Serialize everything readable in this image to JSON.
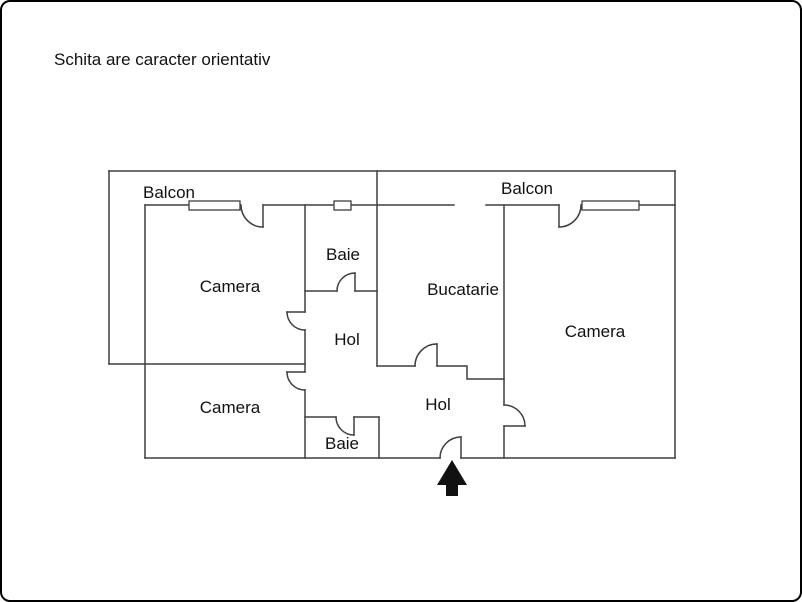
{
  "title": "Schita are caracter orientativ",
  "plan": {
    "labels": {
      "balcony_left": "Balcon",
      "balcony_right": "Balcon",
      "camera_top_left": "Camera",
      "baie_top": "Baie",
      "hol_top": "Hol",
      "bucatarie": "Bucatarie",
      "camera_right": "Camera",
      "camera_bottom_left": "Camera",
      "baie_bottom": "Baie",
      "hol_bottom": "Hol"
    },
    "entrance_indicator": "up-arrow"
  },
  "colors": {
    "background": "#ffffff",
    "wall_line": "#3f3f3f",
    "text": "#111111",
    "arrow": "#111111",
    "page_border": "#000000"
  }
}
